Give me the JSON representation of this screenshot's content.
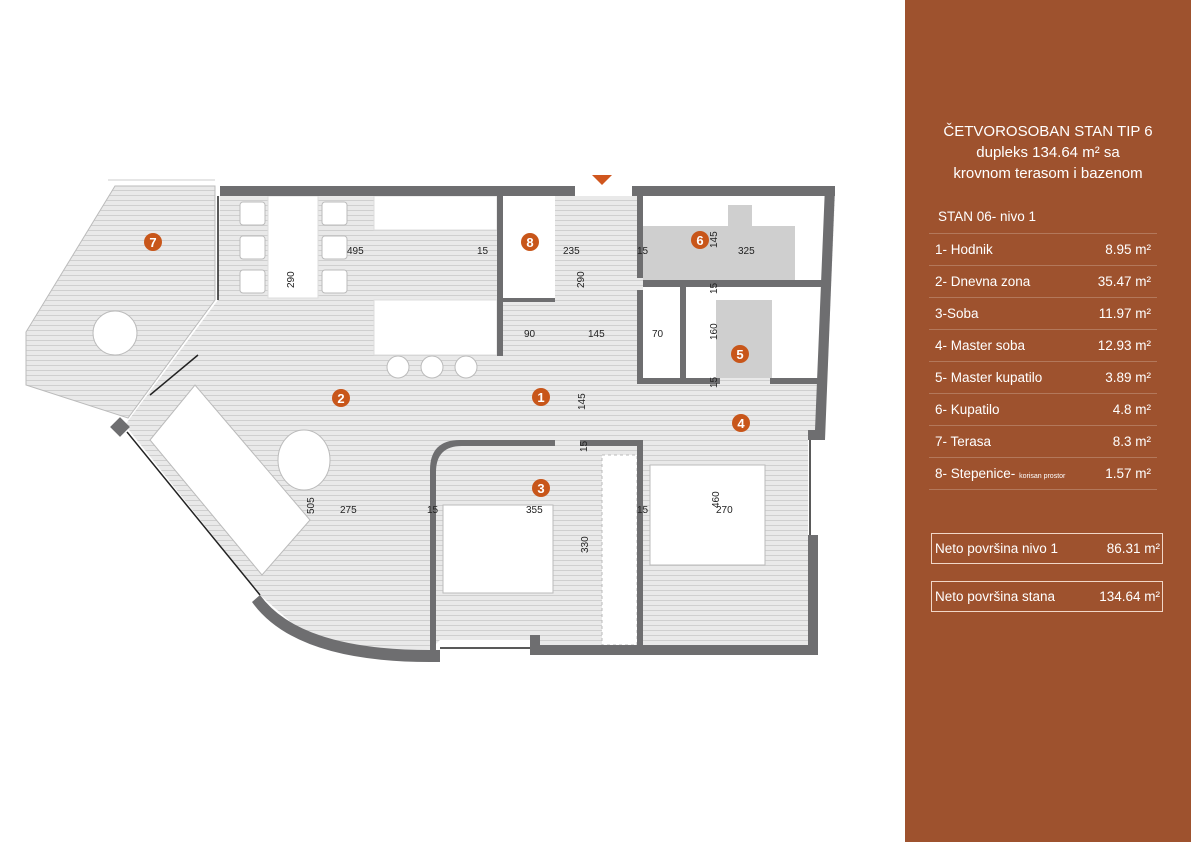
{
  "title": {
    "line1": "ČETVOROSOBAN STAN TIP 6",
    "line2": "dupleks 134.64 m² sa",
    "line3": "krovnom terasom i bazenom"
  },
  "level_label": "STAN 06- nivo 1",
  "rooms": [
    {
      "label": "1- Hodnik",
      "area": "8.95 m²"
    },
    {
      "label": "2- Dnevna zona",
      "area": "35.47 m²"
    },
    {
      "label": "3-Soba",
      "area": "11.97 m²"
    },
    {
      "label": "4- Master soba",
      "area": "12.93 m²"
    },
    {
      "label": "5- Master kupatilo",
      "area": "3.89 m²"
    },
    {
      "label": "6- Kupatilo",
      "area": "4.8 m²"
    },
    {
      "label": "7- Terasa",
      "area": "8.3 m²"
    },
    {
      "label": "8- Stepenice-",
      "note": "korisan prostor",
      "area": "1.57 m²"
    }
  ],
  "totals": {
    "level1_label": "Neto površina nivo 1",
    "level1_value": "86.31 m²",
    "total_label": "Neto površina stana",
    "total_value": "134.64 m²"
  },
  "plan": {
    "markers": [
      "1",
      "2",
      "3",
      "4",
      "5",
      "6",
      "7",
      "8"
    ],
    "dimensions": [
      "495",
      "290",
      "15",
      "235",
      "290",
      "15",
      "145",
      "325",
      "15",
      "90",
      "145",
      "70",
      "160",
      "145",
      "15",
      "15",
      "505",
      "275",
      "15",
      "355",
      "330",
      "15",
      "460",
      "270"
    ]
  },
  "colors": {
    "panel": "#9e522e",
    "marker": "#c8561a",
    "wall": "#6e6e70",
    "floor": "#e2e2e2"
  }
}
